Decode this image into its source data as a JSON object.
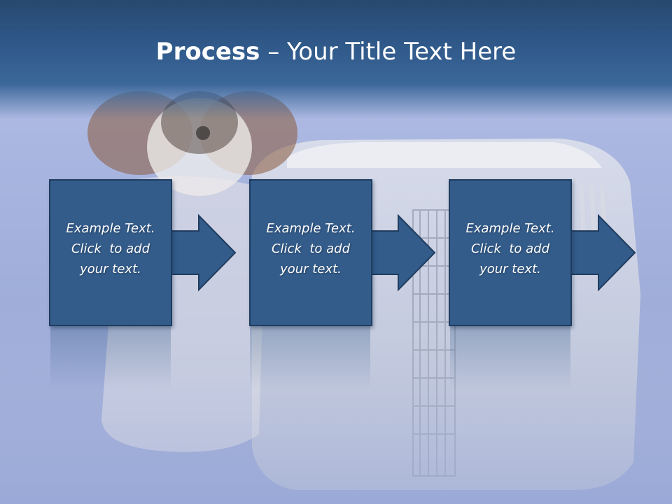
{
  "slide": {
    "title_strong": "Process",
    "title_separator": " – ",
    "title_rest": "Your Title Text Here"
  },
  "steps": [
    {
      "line1": "Example Text.",
      "line2": "Click  to add",
      "line3": "your text."
    },
    {
      "line1": "Example Text.",
      "line2": "Click  to add",
      "line3": "your text."
    },
    {
      "line1": "Example Text.",
      "line2": "Click  to add",
      "line3": "your text."
    }
  ],
  "colors": {
    "header": "#2f5888",
    "box_fill": "#335c8b",
    "box_border": "#1f3c5e",
    "text": "#ffffff",
    "background": "#a9b6e0"
  },
  "icons": [
    "right-arrow-icon",
    "right-arrow-icon",
    "right-arrow-icon"
  ]
}
